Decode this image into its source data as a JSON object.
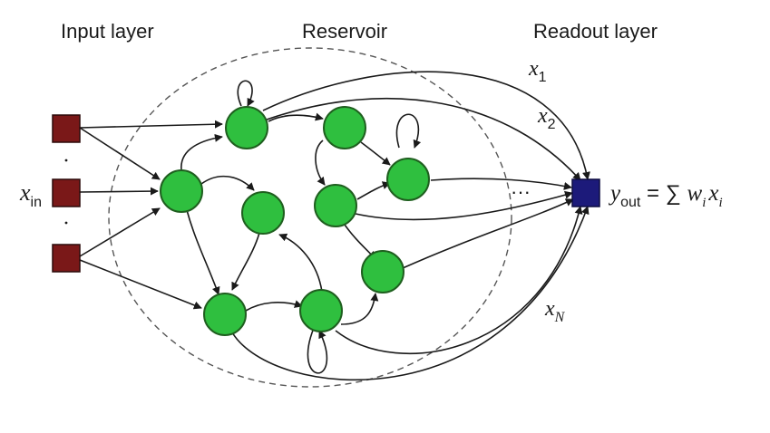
{
  "headers": {
    "input": "Input layer",
    "reservoir": "Reservoir",
    "readout": "Readout layer"
  },
  "labels": {
    "x_in_base": "x",
    "x_in_sub": "in",
    "x1_base": "x",
    "x1_sub": "1",
    "x2_base": "x",
    "x2_sub": "2",
    "xN_base": "x",
    "xN_sub": "N",
    "dots": "···",
    "y_base": "y",
    "y_sub": "out",
    "y_eq": " = ∑ ",
    "w_base": "w",
    "w_sub": "i",
    "xi_base": "x",
    "xi_sub": "i"
  },
  "colors": {
    "node_fill": "#2fbf3f",
    "node_stroke": "#1f5f1f",
    "input_fill": "#7a1818",
    "output_fill": "#1c1a7a",
    "edge": "#1a1a1a"
  }
}
